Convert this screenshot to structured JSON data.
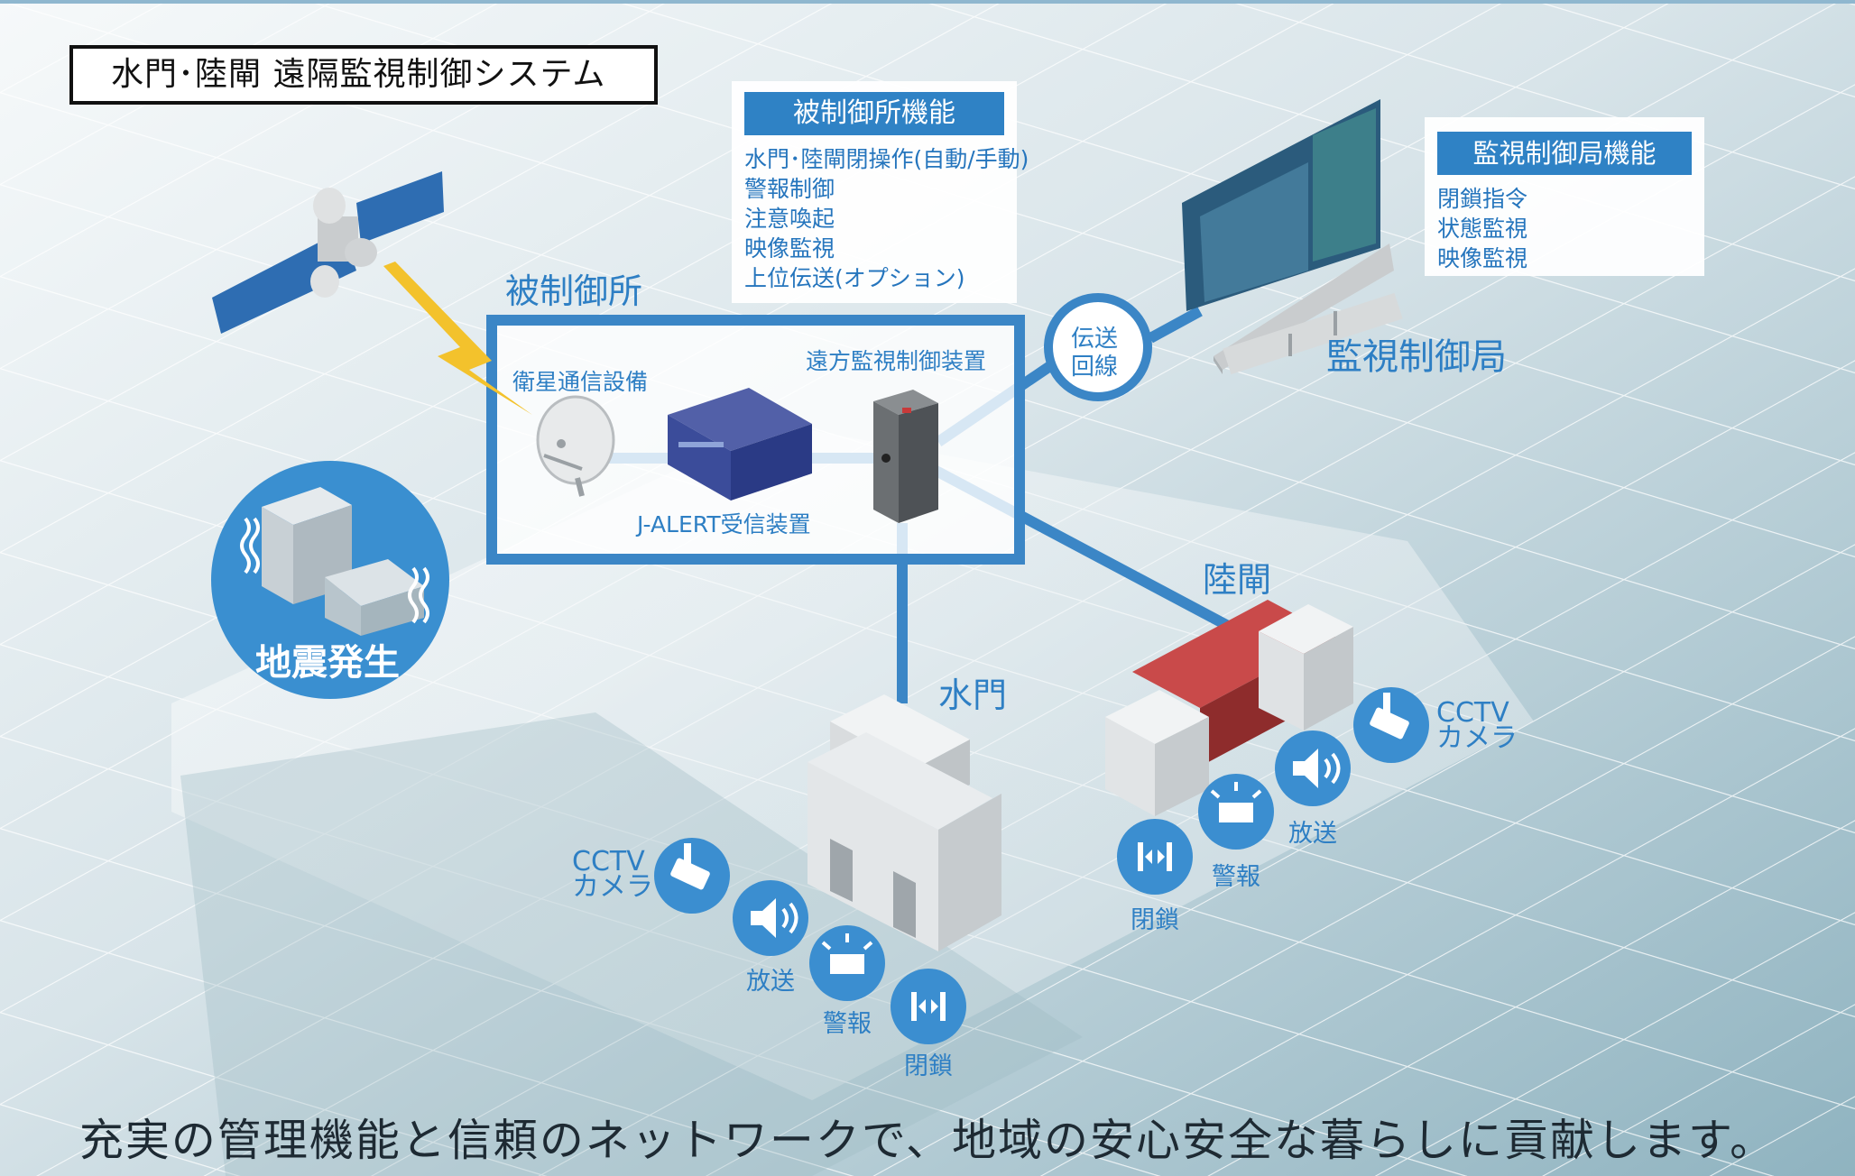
{
  "title": "水門･陸閘 遠隔監視制御システム",
  "controlled_site": {
    "label": "被制御所",
    "panel_title": "被制御所機能",
    "functions": [
      "水門･陸閘閉操作(自動/手動)",
      "警報制御",
      "注意喚起",
      "映像監視",
      "上位伝送(オプション)"
    ],
    "satellite_label": "衛星通信設備",
    "jalert_label": "J-ALERT受信装置",
    "remote_unit_label": "遠方監視制御装置"
  },
  "monitoring_station": {
    "label": "監視制御局",
    "panel_title": "監視制御局機能",
    "functions": [
      "閉鎖指令",
      "状態監視",
      "映像監視"
    ]
  },
  "transmission": {
    "line1": "伝送",
    "line2": "回線"
  },
  "earthquake": {
    "label": "地震発生"
  },
  "floodgate": {
    "label": "水門",
    "cctv_line1": "CCTV",
    "cctv_line2": "カメラ",
    "broadcast": "放送",
    "alarm": "警報",
    "closure": "閉鎖"
  },
  "land_gate": {
    "label": "陸閘",
    "cctv_line1": "CCTV",
    "cctv_line2": "カメラ",
    "broadcast": "放送",
    "alarm": "警報",
    "closure": "閉鎖"
  },
  "footer_message": "充実の管理機能と信頼のネットワークで、地域の安心安全な暮らしに貢献します。",
  "colors": {
    "accent_blue": "#2e7fc4",
    "circle_blue": "#3f8fcc",
    "gate_red": "#b03a3a",
    "lightning": "#f3c22c"
  },
  "icons": [
    "satellite-icon",
    "dish-antenna-icon",
    "server-cabinet-icon",
    "receiver-box-icon",
    "speaker-icon",
    "alarm-light-icon",
    "closure-icon",
    "cctv-camera-icon"
  ]
}
